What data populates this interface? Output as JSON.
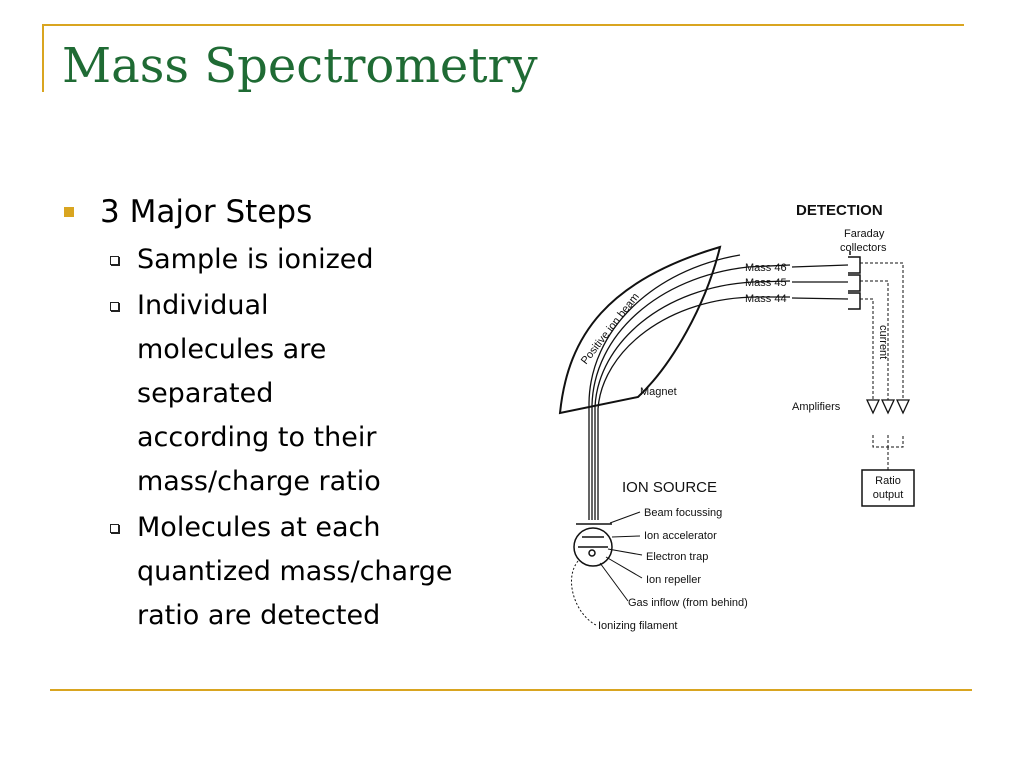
{
  "slide": {
    "title": "Mass Spectrometry",
    "bullets": [
      {
        "text": "3 Major Steps",
        "sub": [
          "Sample is ionized",
          "Individual molecules are separated according to their mass/charge ratio",
          "Molecules at each quantized mass/charge ratio are detected"
        ]
      }
    ]
  },
  "diagram": {
    "detection": "DETECTION",
    "faraday_line1": "Faraday",
    "faraday_line2": "collectors",
    "mass46": "Mass 46",
    "mass45": "Mass 45",
    "mass44": "Mass 44",
    "current": "current",
    "magnet": "Magnet",
    "positive_ion_beam": "Positive ion beam",
    "amplifiers": "Amplifiers",
    "ratio_line1": "Ratio",
    "ratio_line2": "output",
    "ion_source": "ION SOURCE",
    "beam_focussing": "Beam focussing",
    "ion_accelerator": "Ion accelerator",
    "electron_trap": "Electron trap",
    "ion_repeller": "Ion repeller",
    "gas_inflow": "Gas inflow (from behind)",
    "ionizing_filament": "Ionizing filament"
  },
  "colors": {
    "title": "#1f6b34",
    "accent": "#d9a520"
  }
}
